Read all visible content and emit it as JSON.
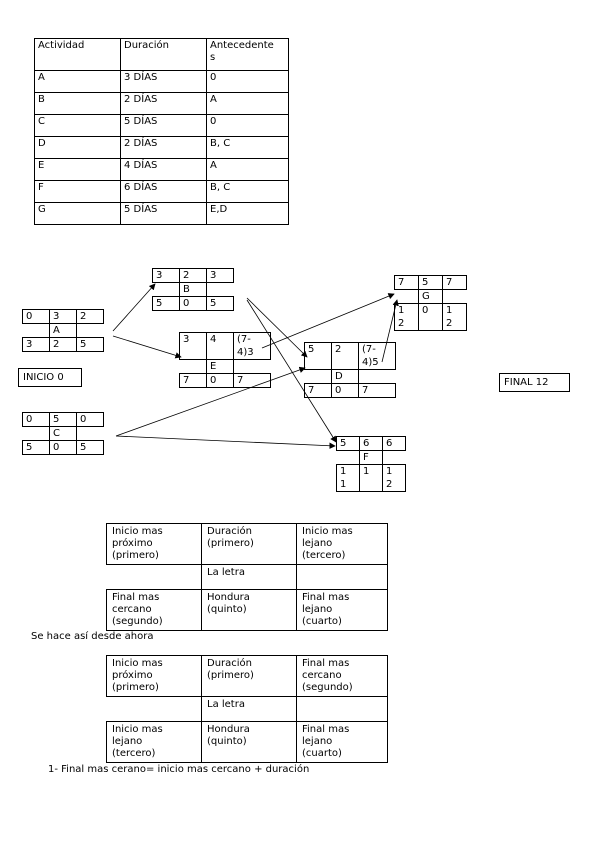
{
  "activities_table": {
    "headers": [
      "Actividad",
      "Duración",
      "Antecedente\ns"
    ],
    "rows": [
      [
        "A",
        "3 DÍAS",
        "0"
      ],
      [
        "B",
        "2 DÍAS",
        "A"
      ],
      [
        "C",
        "5 DÍAS",
        "0"
      ],
      [
        "D",
        "2 DÍAS",
        "B, C"
      ],
      [
        "E",
        "4 DÍAS",
        "A"
      ],
      [
        "F",
        "6 DÍAS",
        "B, C"
      ],
      [
        "G",
        "5 DÍAS",
        "E,D"
      ]
    ]
  },
  "network": {
    "inicio_label": "INICIO 0",
    "final_label": "FINAL 12",
    "nodes": {
      "A": {
        "top": [
          "0",
          "3",
          "2"
        ],
        "letter": "A",
        "bottom": [
          "3",
          "2",
          "5"
        ]
      },
      "B": {
        "top": [
          "3",
          "2",
          "3"
        ],
        "letter": "B",
        "bottom": [
          "5",
          "0",
          "5"
        ]
      },
      "C": {
        "top": [
          "0",
          "5",
          "0"
        ],
        "letter": "C",
        "bottom": [
          "5",
          "0",
          "5"
        ]
      },
      "E": {
        "top": [
          "3",
          "4",
          "(7-\n4)3"
        ],
        "letter": "E",
        "bottom": [
          "7",
          "0",
          "7"
        ]
      },
      "D": {
        "top": [
          "5",
          "2",
          "(7-\n4)5"
        ],
        "letter": "D",
        "bottom": [
          "7",
          "0",
          "7"
        ]
      },
      "G": {
        "top": [
          "7",
          "5",
          "7"
        ],
        "letter": "G",
        "bottom": [
          "1\n2",
          "0",
          "1\n2"
        ]
      },
      "F": {
        "top": [
          "5",
          "6",
          "6"
        ],
        "letter": "F",
        "bottom": [
          "1\n1",
          "1",
          "1\n2"
        ]
      }
    }
  },
  "legend1": {
    "top": [
      "Inicio mas\npróximo\n(primero)",
      "Duración\n(primero)",
      "Inicio mas\nlejano\n(tercero)"
    ],
    "middle": "La letra",
    "bottom": [
      "Final mas\ncercano\n(segundo)",
      "Hondura\n(quinto)",
      "Final mas\nlejano\n(cuarto)"
    ]
  },
  "note": "Se hace así desde ahora",
  "legend2": {
    "top": [
      "Inicio mas\npróximo\n(primero)",
      "Duración\n(primero)",
      "Final mas\ncercano\n(segundo)"
    ],
    "middle": "La letra",
    "bottom": [
      "Inicio mas\nlejano\n(tercero)",
      "Hondura\n(quinto)",
      "Final mas\nlejano\n(cuarto)"
    ]
  },
  "formula": "1-  Final mas cerano= inicio mas cercano + duración"
}
